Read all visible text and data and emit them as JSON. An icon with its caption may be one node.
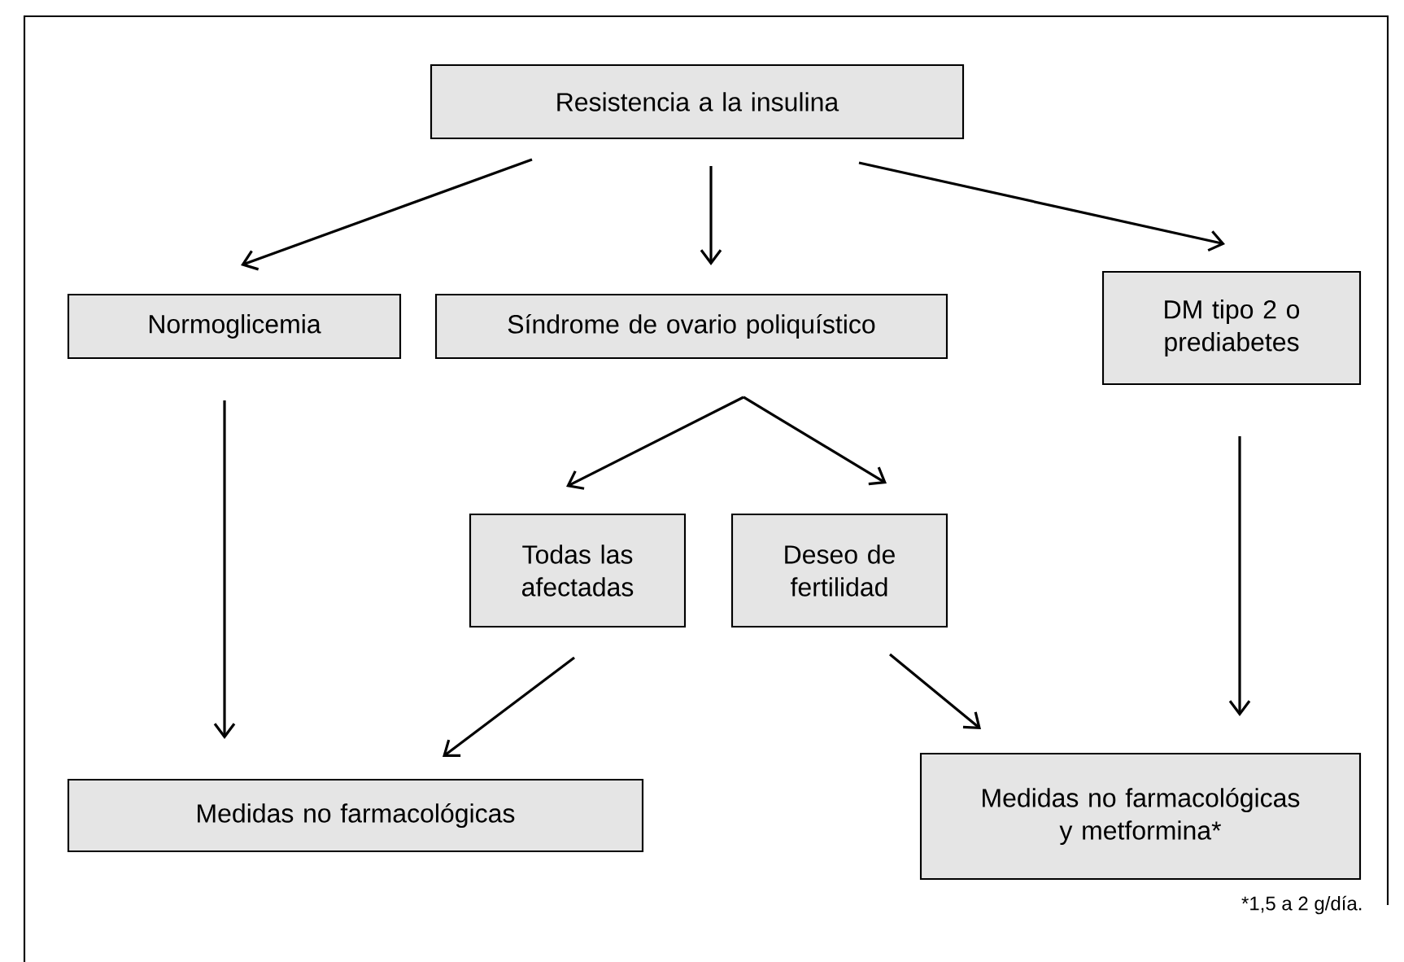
{
  "diagram": {
    "nodes": [
      {
        "text": [
          "Resistencia a la insulina"
        ]
      },
      {
        "text": [
          "Normoglicemia"
        ]
      },
      {
        "text": [
          "Síndrome de ovario poliquístico"
        ]
      },
      {
        "text": [
          "DM tipo 2 o prediabetes"
        ]
      },
      {
        "text": [
          "Todas las afectadas"
        ]
      },
      {
        "text": [
          "Deseo de fertilidad"
        ]
      },
      {
        "text": [
          "Medidas no farmacológicas"
        ]
      },
      {
        "text": [
          "Medidas no farmacológicas y metformina*"
        ]
      }
    ],
    "edges": [
      {
        "from": 0,
        "to": 1,
        "arrow": "to"
      },
      {
        "from": 0,
        "to": 2,
        "arrow": "to"
      },
      {
        "from": 0,
        "to": 3,
        "arrow": "to"
      },
      {
        "from": 2,
        "to": 4,
        "arrow": "to"
      },
      {
        "from": 2,
        "to": 5,
        "arrow": "to"
      },
      {
        "from": 1,
        "to": 6,
        "arrow": "to"
      },
      {
        "from": 4,
        "to": 6,
        "arrow": "to"
      },
      {
        "from": 5,
        "to": 7,
        "arrow": "to"
      },
      {
        "from": 3,
        "to": 7,
        "arrow": "to"
      }
    ],
    "labels": [
      "*1,5 a 2 g/día."
    ]
  }
}
